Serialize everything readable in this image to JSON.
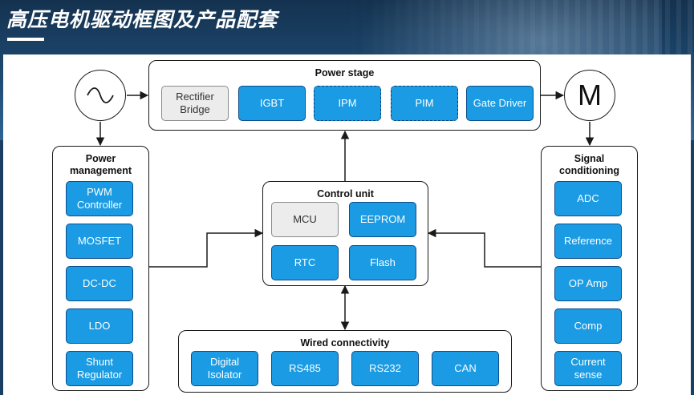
{
  "title": "高压电机驱动框图及产品配套",
  "power_stage": {
    "title": "Power stage",
    "blocks": [
      "Rectifier Bridge",
      "IGBT",
      "IPM",
      "PIM",
      "Gate Driver"
    ]
  },
  "power_management": {
    "title": "Power management",
    "blocks": [
      "PWM Controller",
      "MOSFET",
      "DC-DC",
      "LDO",
      "Shunt Regulator"
    ]
  },
  "control_unit": {
    "title": "Control unit",
    "blocks": [
      "MCU",
      "EEPROM",
      "RTC",
      "Flash"
    ]
  },
  "signal_conditioning": {
    "title": "Signal conditioning",
    "blocks": [
      "ADC",
      "Reference",
      "OP Amp",
      "Comp",
      "Current sense"
    ]
  },
  "wired_connectivity": {
    "title": "Wired connectivity",
    "blocks": [
      "Digital Isolator",
      "RS485",
      "RS232",
      "CAN"
    ]
  },
  "motor_label": "M",
  "colors": {
    "block_fill": "#1a9be3",
    "block_border": "#0d4d8c",
    "neutral_fill": "#ececec"
  }
}
